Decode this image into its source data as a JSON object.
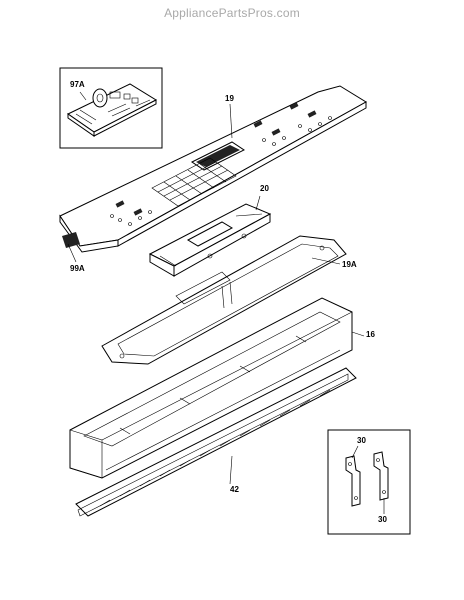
{
  "watermark": "AppliancePartsPros.com",
  "callouts": {
    "p97A": "97A",
    "p19": "19",
    "p20": "20",
    "p99A": "99A",
    "p19A": "19A",
    "p16": "16",
    "p42": "42",
    "p30a": "30",
    "p30b": "30"
  }
}
